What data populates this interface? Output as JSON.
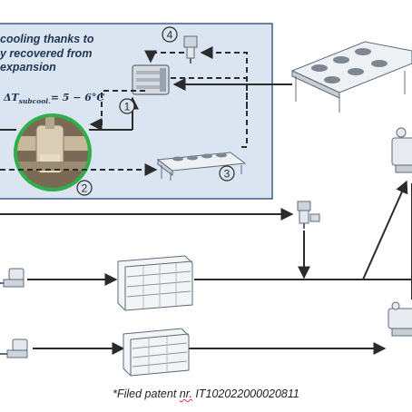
{
  "panel": {
    "lines": [
      "cooling thanks to",
      "y recovered from",
      "expansion"
    ],
    "delta_prefix": "ΔT",
    "delta_sub": "subcool.",
    "delta_value": "= 5 − 6°C"
  },
  "markers": [
    "1",
    "2",
    "3",
    "4"
  ],
  "footnote": {
    "before": "*Filed patent ",
    "squiggle": "nr.",
    "after": " IT102022000020811"
  },
  "colors": {
    "panel_fill": "#dbe5f1",
    "panel_border": "#3e5f8a",
    "arrow": "#2b2b2b",
    "equipment_stroke": "#5b6b7d",
    "ring": "#2fae49"
  }
}
